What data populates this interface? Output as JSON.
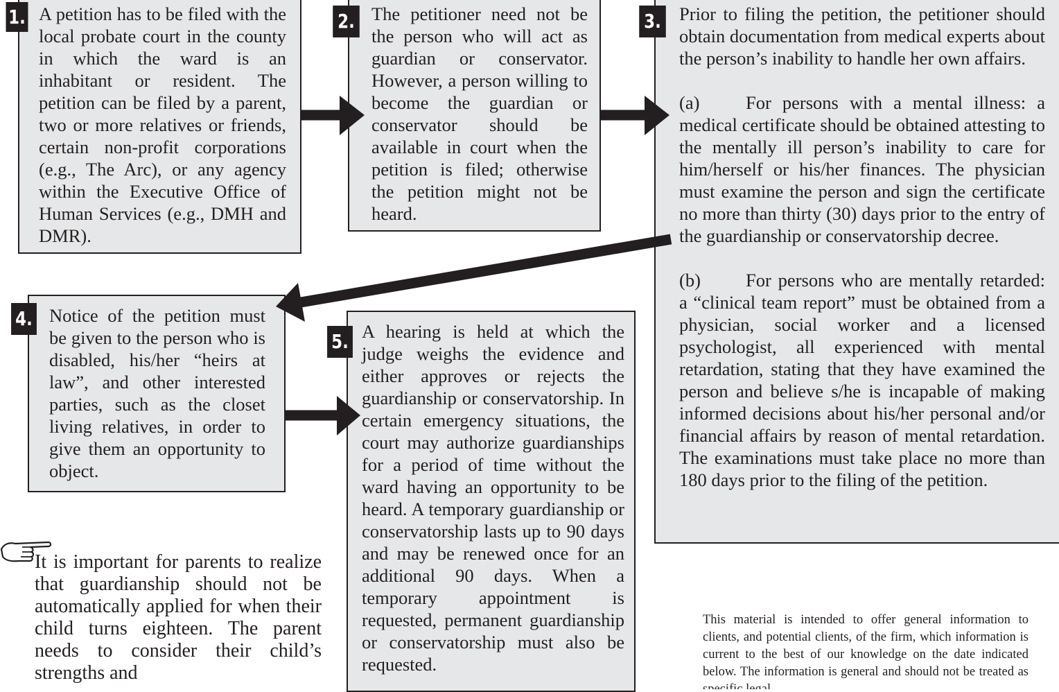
{
  "steps": [
    {
      "number": "1.",
      "text": "A petition has to be filed with the local probate court in the county in which the ward is an inhabitant or resident.  The petition can be filed by a parent, two or more relatives or friends, certain non-profit corporations (e.g., The Arc), or any agency within the Executive Office of Human Services (e.g., DMH and DMR)."
    },
    {
      "number": "2.",
      "text": "The petitioner need not be the person who will act as guardian or conservator. However, a person willing to become the guardian or conservator should be available in court when the petition is filed; otherwise the petition might not be heard."
    },
    {
      "number": "3.",
      "intro": "Prior to filing the petition, the petitioner should obtain documentation from medical experts about the person’s inability to handle her own affairs.",
      "items": [
        {
          "label": "(a)",
          "text": "For persons with a mental illness:  a medical certificate should be obtained attesting to the mentally ill person’s inability to care for him/herself or his/her finances.  The physician must examine the person and sign the certificate no more than thirty (30) days prior to the entry of the guardianship or conservatorship decree."
        },
        {
          "label": "(b)",
          "text": "For persons who are mentally retarded: a “clinical team report” must be obtained from a physician, social worker and a licensed psychologist, all experienced with mental retardation, stating that they have examined the person and believe s/he is incapable of making informed decisions about his/her personal and/or financial affairs by reason of mental retardation.  The examinations must take place no more than 180 days prior to the filing of the petition."
        }
      ]
    },
    {
      "number": "4.",
      "text": "Notice of the petition must be given to the person who is disabled, his/her “heirs at law”, and other interested parties, such as the closet living relatives, in order to give them an opportunity to object."
    },
    {
      "number": "5.",
      "text": "A hearing is held at which the judge weighs the evidence and either approves or rejects the guardianship or conservatorship. In certain emergency situations, the court may authorize guardianships for a period of time without the ward having an opportunity to be heard.  A temporary guardianship or conservatorship lasts up to 90 days and may be renewed once for an additional 90 days. When a temporary appointment is requested, permanent guardianship or conservatorship must also be requested."
    }
  ],
  "note": {
    "icon": "pointing-hand-icon",
    "text": "It is important for parents to realize that guardianship should not be automatically applied for when their child turns eighteen. The parent needs to consider their child’s strengths and"
  },
  "disclaimer": "This material is intended to offer general information to clients, and potential clients, of the firm, which information is current to the best of our knowledge on the date indicated below.  The information is general and should not be treated as specific legal",
  "colors": {
    "box_fill": "#e6e7e8",
    "ink": "#231f20",
    "page": "#ffffff"
  }
}
